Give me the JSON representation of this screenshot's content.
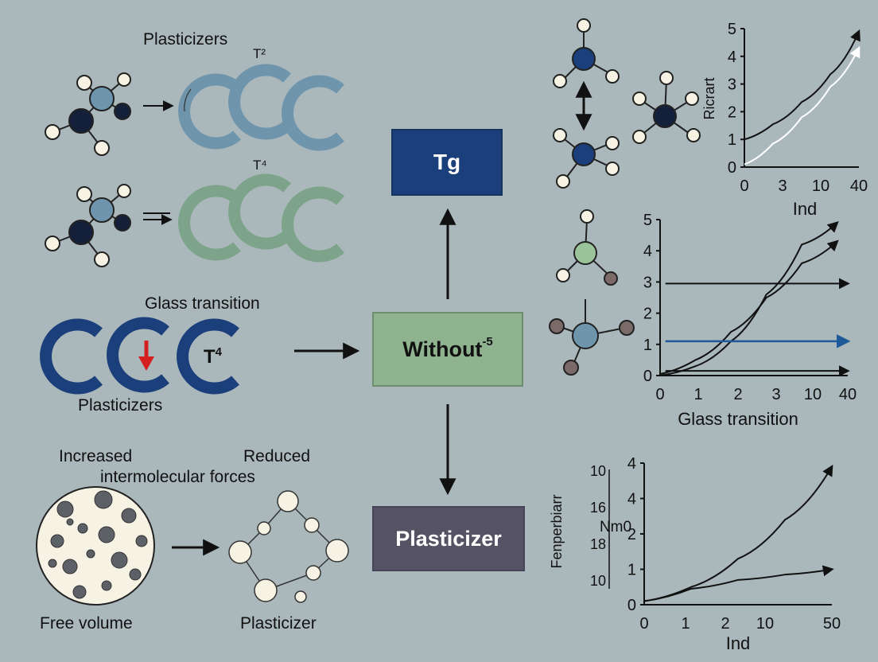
{
  "labels": {
    "plasticizers_top": "Plasticizers",
    "t2_label": "T²",
    "t4_label": "T⁴",
    "glass_transition": "Glass transition",
    "plasticizers_mid": "Plasticizers",
    "chain_t_label": "T",
    "chain_t_sup": "4",
    "increased": "Increased",
    "reduced": "Reduced",
    "intermolecular_forces": "intermolecular forces",
    "free_volume": "Free volume",
    "plasticizer_bottom": "Plasticizer"
  },
  "boxes": {
    "tg": "Tg",
    "without": "Without",
    "without_sup": "-5",
    "plasticizer": "Plasticizer"
  },
  "colors": {
    "background": "#aab8bb",
    "navy": "#1b3f7a",
    "steel_blue": "#6f95ad",
    "sage_green": "#7da38a",
    "dark_purple": "#555264",
    "red_arrow": "#d42020",
    "blue_line": "#1e5a9a"
  },
  "chart_data": [
    {
      "type": "line",
      "ylabel": "Ricrart",
      "xlabel": "Ind",
      "x_ticks": [
        "0",
        "3",
        "10",
        "40"
      ],
      "y_ticks": [
        "0",
        "1",
        "2",
        "3",
        "4",
        "5"
      ],
      "ylim": [
        0,
        5
      ],
      "series": [
        {
          "color": "#111111",
          "points": [
            [
              0,
              1.0
            ],
            [
              1,
              1.55
            ],
            [
              2,
              2.35
            ],
            [
              3,
              3.35
            ],
            [
              4,
              4.9
            ]
          ]
        },
        {
          "color": "#ffffff",
          "points": [
            [
              0,
              0.1
            ],
            [
              1,
              0.85
            ],
            [
              2,
              1.8
            ],
            [
              3,
              2.9
            ],
            [
              4,
              4.3
            ]
          ]
        }
      ]
    },
    {
      "type": "line",
      "xlabel": "Glass transition",
      "x_ticks": [
        "0",
        "1",
        "2",
        "3",
        "10",
        "40"
      ],
      "y_ticks": [
        "0",
        "1",
        "2",
        "3",
        "4",
        "5"
      ],
      "ylim": [
        0,
        5
      ],
      "series": [
        {
          "color": "#111111",
          "points": [
            [
              0,
              0
            ],
            [
              1,
              0.3
            ],
            [
              2,
              1.1
            ],
            [
              3,
              2.6
            ],
            [
              4,
              4.2
            ],
            [
              5,
              4.9
            ]
          ]
        },
        {
          "color": "#111111",
          "points": [
            [
              0,
              0.05
            ],
            [
              1,
              0.5
            ],
            [
              2,
              1.4
            ],
            [
              3,
              2.5
            ],
            [
              4,
              3.6
            ],
            [
              5,
              4.3
            ]
          ]
        },
        {
          "color": "#111111",
          "points": [
            [
              0.15,
              2.95
            ],
            [
              5.3,
              2.95
            ]
          ]
        },
        {
          "color": "#1e5a9a",
          "points": [
            [
              0.15,
              1.1
            ],
            [
              5.3,
              1.1
            ]
          ]
        },
        {
          "color": "#111111",
          "points": [
            [
              0.15,
              0.15
            ],
            [
              5.3,
              0.15
            ]
          ]
        }
      ]
    },
    {
      "type": "line",
      "ylabel": "Fenperbiarr",
      "ylabel2": "Nm0",
      "xlabel": "Ind",
      "x_ticks": [
        "0",
        "1",
        "2",
        "10",
        "50"
      ],
      "y_ticks": [
        "0",
        "1",
        "2",
        "4",
        "4"
      ],
      "left_ticks": [
        "10",
        "16",
        "18",
        "10"
      ],
      "ylim": [
        0,
        4
      ],
      "series": [
        {
          "color": "#111111",
          "points": [
            [
              0,
              0.1
            ],
            [
              1,
              0.5
            ],
            [
              2,
              1.3
            ],
            [
              3,
              2.4
            ],
            [
              4,
              3.9
            ]
          ]
        },
        {
          "color": "#111111",
          "points": [
            [
              0,
              0.1
            ],
            [
              1,
              0.45
            ],
            [
              2,
              0.7
            ],
            [
              3,
              0.85
            ],
            [
              4,
              1.0
            ]
          ]
        }
      ]
    }
  ]
}
